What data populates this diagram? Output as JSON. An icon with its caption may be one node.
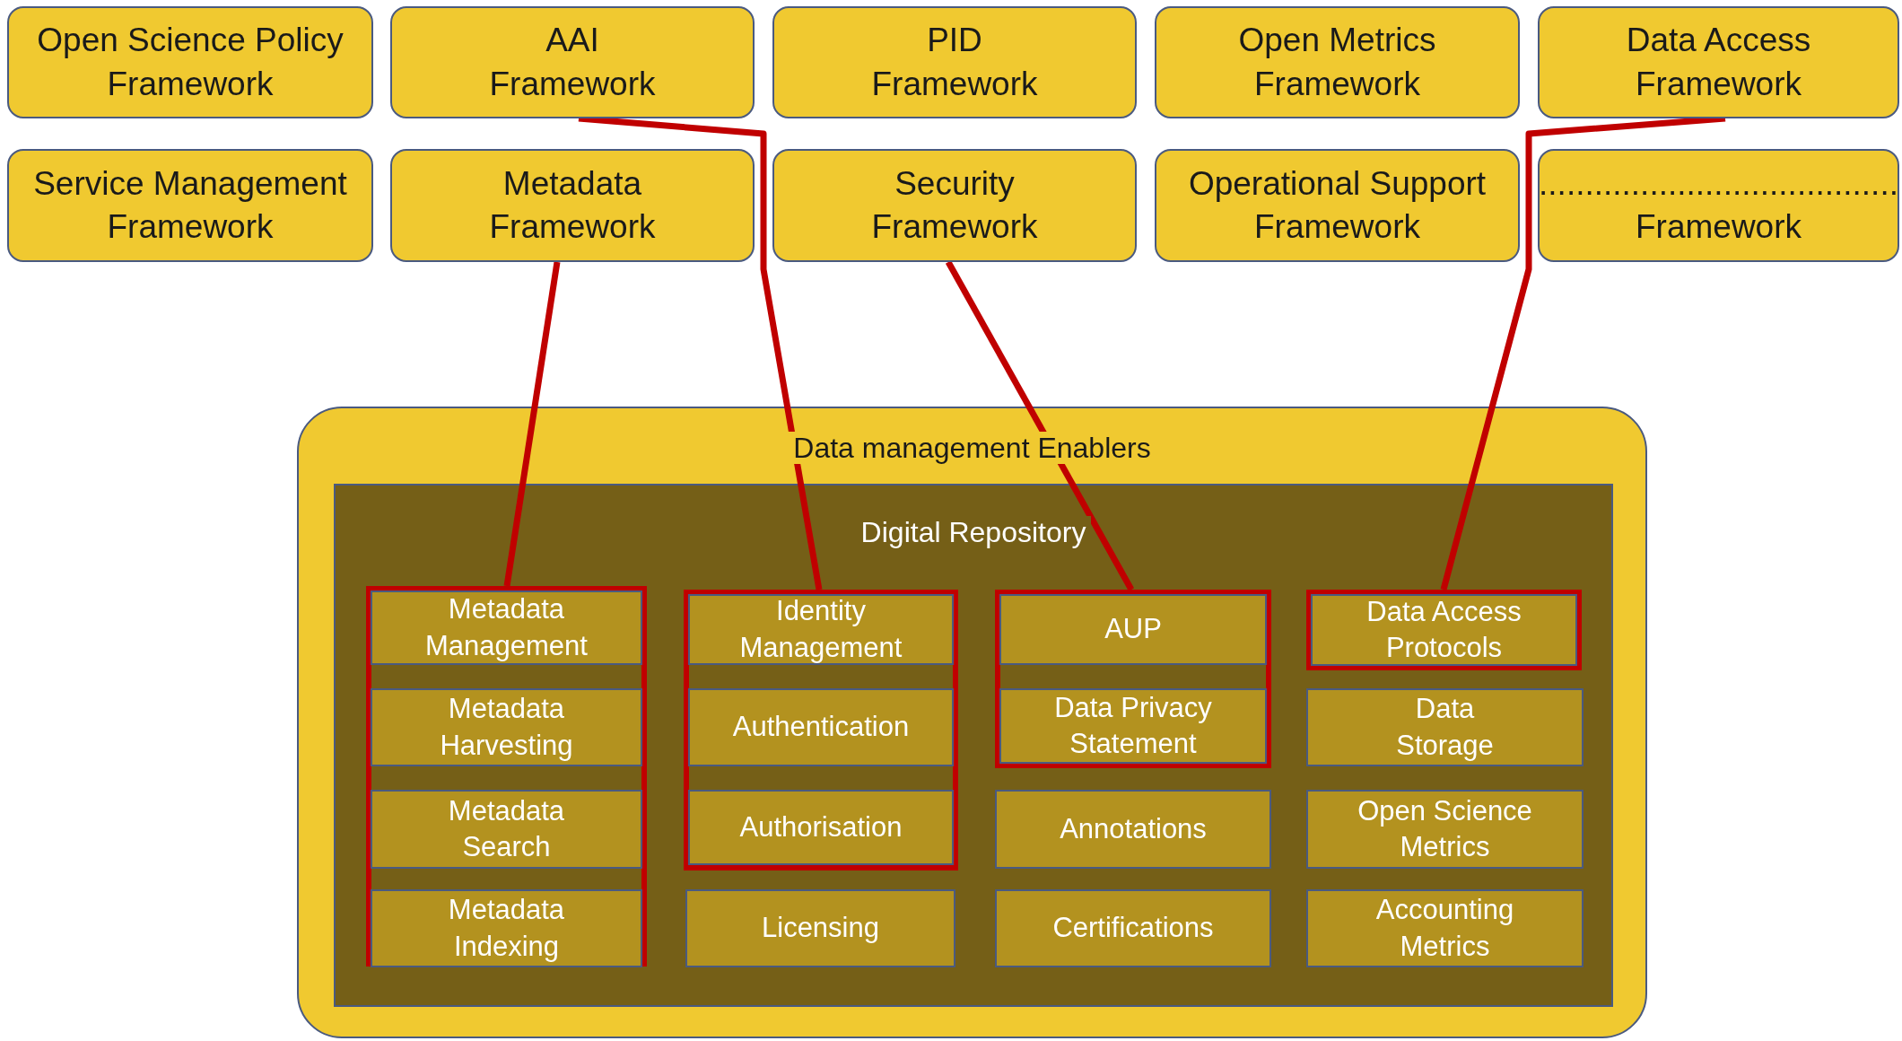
{
  "diagram": {
    "nodes": [
      {
        "text": [
          "Open Science Policy Framework"
        ]
      },
      {
        "text": [
          "AAI Framework"
        ]
      },
      {
        "text": [
          "PID Framework"
        ]
      },
      {
        "text": [
          "Open Metrics Framework"
        ]
      },
      {
        "text": [
          "Data Access Framework"
        ]
      },
      {
        "text": [
          "Service Management Framework"
        ]
      },
      {
        "text": [
          "Metadata Framework"
        ]
      },
      {
        "text": [
          "Security Framework"
        ]
      },
      {
        "text": [
          "Operational Support Framework"
        ]
      },
      {
        "text": [
          "....................................... Framework"
        ]
      },
      {
        "text": [
          "Data management Enablers"
        ]
      },
      {
        "text": [
          "Digital Repository"
        ],
        "in": 10
      },
      {
        "text": [],
        "shape": "box",
        "in": 11
      },
      {
        "text": [
          "Metadata Management"
        ],
        "in": 12
      },
      {
        "text": [
          "Metadata Harvesting"
        ],
        "in": 12
      },
      {
        "text": [
          "Metadata Search"
        ],
        "in": 12
      },
      {
        "text": [
          "Metadata Indexing"
        ],
        "in": 12
      },
      {
        "text": [],
        "shape": "box",
        "in": 11
      },
      {
        "text": [
          "Identity Management"
        ],
        "in": 17
      },
      {
        "text": [
          "Authentication"
        ],
        "in": 17
      },
      {
        "text": [
          "Authorisation"
        ],
        "in": 17
      },
      {
        "text": [
          "Licensing"
        ],
        "in": 11
      },
      {
        "text": [],
        "shape": "box",
        "in": 11
      },
      {
        "text": [
          "AUP"
        ],
        "in": 22
      },
      {
        "text": [
          "Data Privacy Statement"
        ],
        "in": 22
      },
      {
        "text": [
          "Annotations"
        ],
        "in": 11
      },
      {
        "text": [
          "Certifications"
        ],
        "in": 11
      },
      {
        "text": [],
        "shape": "box",
        "in": 11
      },
      {
        "text": [
          "Data Access Protocols"
        ],
        "in": 27
      },
      {
        "text": [
          "Data Storage"
        ],
        "in": 11
      },
      {
        "text": [
          "Open Science Metrics"
        ],
        "in": 11
      },
      {
        "text": [
          "Accounting Metrics"
        ],
        "in": 11
      }
    ],
    "edges": [
      {
        "from": 1,
        "to": 17,
        "arrow": "none"
      },
      {
        "from": 6,
        "to": 12,
        "arrow": "none"
      },
      {
        "from": 7,
        "to": 22,
        "arrow": "none"
      },
      {
        "from": 4,
        "to": 27,
        "arrow": "none"
      }
    ]
  }
}
